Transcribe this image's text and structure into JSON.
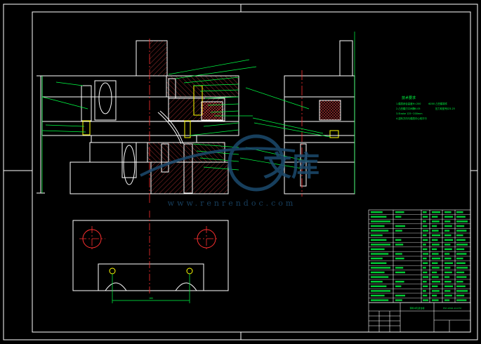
{
  "watermark": {
    "brand_chars": "文库",
    "url": "www.renrendoc.com"
  },
  "dimension_label": "160",
  "notes": {
    "title": "技术要求",
    "lines": [
      "1.模具闭合高度H=200",
      "2.凸凹模刃口间隙0.05",
      "3.Stroke 125~200mm",
      "4.送料方向与模具中心线平行"
    ],
    "right_lines": [
      "Φ200 凸凹模零件",
      "压力机型号J23-25"
    ]
  },
  "title_block": {
    "part_name": "落料冲孔复合模",
    "drawing_no": "HSY-2016-12-072"
  },
  "colors": {
    "background": "#000000",
    "outline": "#ffffff",
    "centerline": "#ff3030",
    "leader": "#00ff44",
    "hatch": "#ff5555",
    "yellow": "#ffff00",
    "watermark": "#1c4a6e"
  }
}
